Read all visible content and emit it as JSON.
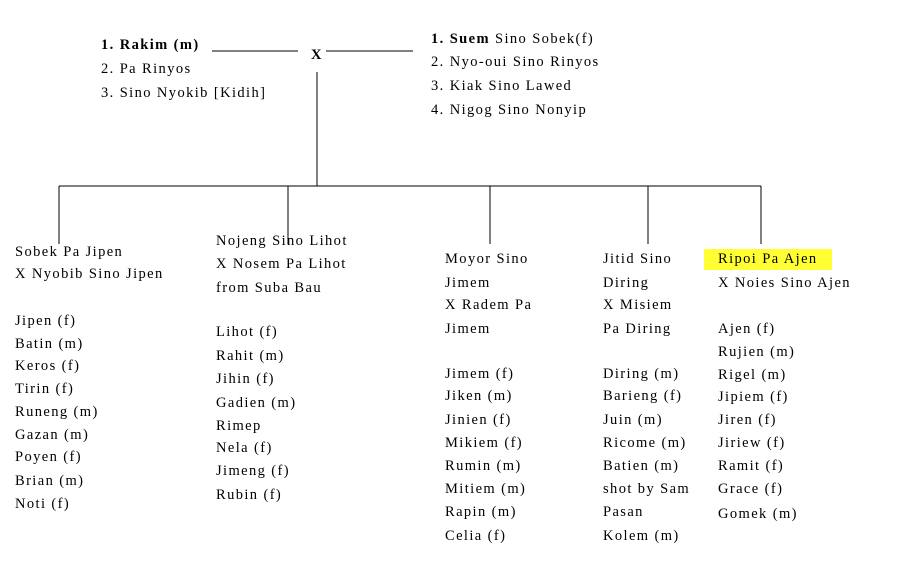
{
  "father": [
    {
      "num": "1.",
      "name": "Rakim",
      "note": "(m)"
    },
    {
      "num": "2.",
      "name": "Pa Rinyos",
      "note": ""
    },
    {
      "num": "3.",
      "name": "Sino Nyokib [Kidih]",
      "note": ""
    }
  ],
  "mother": [
    {
      "num": "1.",
      "name": "Suem",
      "note": "Sino Sobek(f)"
    },
    {
      "num": "2.",
      "name": "Nyo-oui Sino Rinyos",
      "note": ""
    },
    {
      "num": "3.",
      "name": "Kiak Sino Lawed",
      "note": ""
    },
    {
      "num": "4.",
      "name": "Nigog Sino Nonyip",
      "note": ""
    }
  ],
  "marriage_symbol": "X",
  "children": [
    {
      "lines": [
        "Sobek Pa Jipen",
        "X Nyobib Sino Jipen"
      ],
      "kids": [
        "Jipen (f)",
        "Batin (m)",
        "Keros (f)",
        "Tirin (f)",
        "Runeng (m)",
        "Gazan (m)",
        "Poyen (f)",
        "Brian (m)",
        "Noti (f)"
      ]
    },
    {
      "lines": [
        "Nojeng Sino Lihot",
        "X Nosem Pa Lihot",
        "from Suba Bau"
      ],
      "kids": [
        "Lihot (f)",
        "Rahit (m)",
        "Jihin (f)",
        "Gadien (m)",
        "Rimep",
        "Nela (f)",
        "Jimeng (f)",
        "Rubin (f)"
      ]
    },
    {
      "lines": [
        "Moyor Sino",
        "Jimem",
        "X Radem Pa",
        "Jimem"
      ],
      "kids": [
        "Jimem (f)",
        "Jiken (m)",
        "Jinien (f)",
        "Mikiem (f)",
        "Rumin (m)",
        "Mitiem (m)",
        "Rapin (m)",
        "Celia (f)"
      ]
    },
    {
      "lines": [
        "Jitid Sino",
        "Diring",
        "X Misiem",
        "Pa Diring"
      ],
      "kids": [
        "Diring (m)",
        "Barieng (f)",
        "Juin (m)",
        "Ricome (m)",
        "Batien (m)",
        "shot by Sam",
        "Pasan",
        "Kolem (m)"
      ]
    },
    {
      "lines": [
        "Ripoi Pa Ajen",
        "X Noies Sino Ajen"
      ],
      "kids": [
        "Ajen (f)",
        "Rujien (m)",
        "Rigel (m)",
        "Jipiem (f)",
        "Jiren (f)",
        "Jiriew (f)",
        "Ramit (f)",
        "Grace (f)",
        "Gomek (m)"
      ]
    }
  ],
  "colors": {
    "highlight": "#ffff33"
  }
}
